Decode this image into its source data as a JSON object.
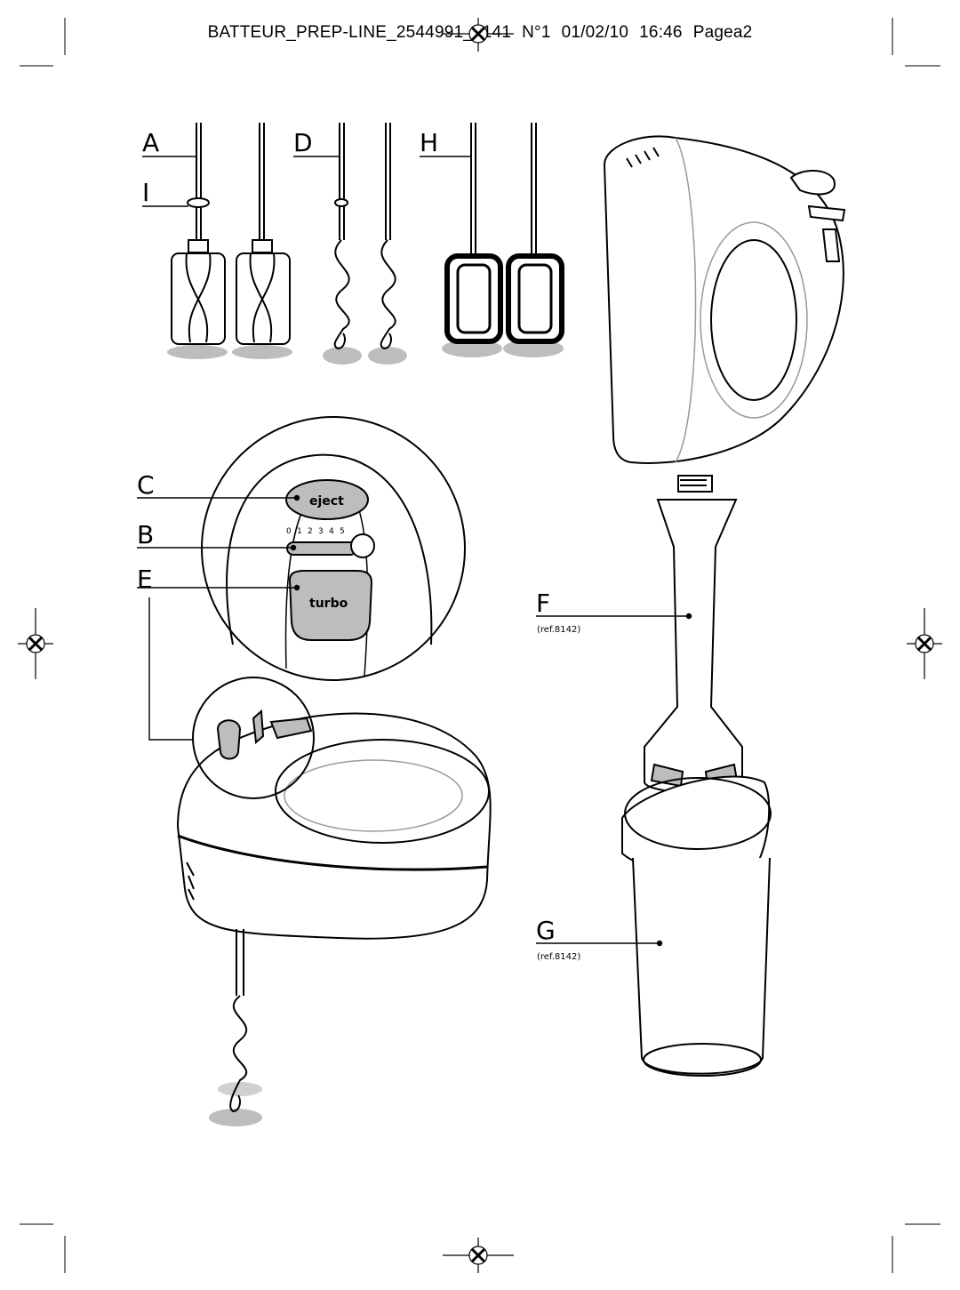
{
  "header": {
    "doc_name": "BATTEUR_PREP-LINE_2544991_8141",
    "page_no": "N°1",
    "date": "01/02/10",
    "time": "16:46",
    "page_label": "Pagea2"
  },
  "parts": {
    "A": "A",
    "D": "D",
    "H": "H",
    "I": "I",
    "C": "C",
    "B": "B",
    "E": "E",
    "F": "F",
    "G": "G"
  },
  "controls": {
    "eject": "eject",
    "turbo": "turbo",
    "speeds": [
      "0",
      "1",
      "2",
      "3",
      "4",
      "5"
    ]
  },
  "refs": {
    "F": "(ref.8142)",
    "G": "(ref.8142)"
  }
}
